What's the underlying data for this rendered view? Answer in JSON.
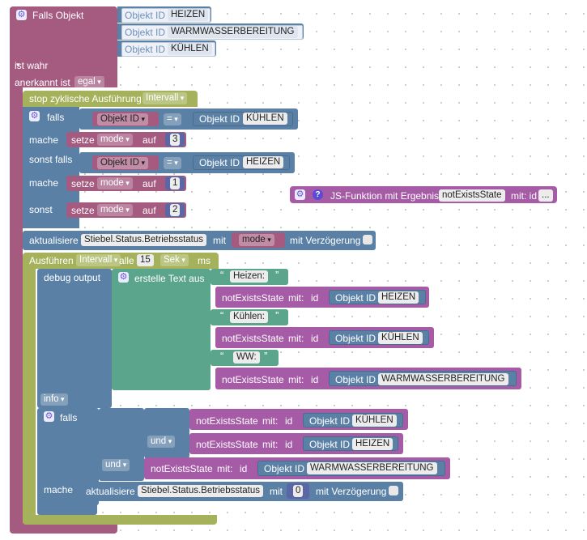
{
  "trigger": {
    "title": "Falls Objekt",
    "objects": [
      {
        "label": "Objekt ID",
        "value": "HEIZEN"
      },
      {
        "label": "Objekt ID",
        "value": "WARMWASSERBEREITUNG"
      },
      {
        "label": "Objekt ID",
        "value": "KÜHLEN"
      }
    ],
    "condition": "ist wahr",
    "ack_label": "anerkannt ist",
    "ack_value": "egal"
  },
  "stop": {
    "label": "stop zyklische Ausführung",
    "value": "Intervall"
  },
  "if1": {
    "falls": "falls",
    "cond1": {
      "left": "Objekt ID",
      "op": "=",
      "right_label": "Objekt ID",
      "right_value": "KÜHLEN"
    },
    "mache1": {
      "mache": "mache",
      "setze": "setze",
      "var": "mode",
      "auf": "auf",
      "value": "3"
    },
    "sonst_falls": "sonst falls",
    "cond2": {
      "left": "Objekt ID",
      "op": "=",
      "right_label": "Objekt ID",
      "right_value": "HEIZEN"
    },
    "mache2": {
      "mache": "mache",
      "setze": "setze",
      "var": "mode",
      "auf": "auf",
      "value": "1"
    },
    "sonst": "sonst",
    "mache3": {
      "setze": "setze",
      "var": "mode",
      "auf": "auf",
      "value": "2"
    }
  },
  "jsfunc": {
    "label": "JS-Funktion mit Ergebnis",
    "name": "notExistsState",
    "mit": "mit: id",
    "more": "..."
  },
  "update1": {
    "label": "aktualisiere",
    "state": "Stiebel.Status.Betriebsstatus",
    "mit": "mit",
    "var": "mode",
    "delay": "mit Verzögerung"
  },
  "interval": {
    "label": "Ausführen",
    "mode": "Intervall",
    "alle": "alle",
    "value": "15",
    "unit": "Sek",
    "ms": "ms"
  },
  "debug": {
    "label": "debug output",
    "text_label": "erstelle Text aus",
    "level": "info",
    "items": [
      {
        "type": "string",
        "text": "Heizen:"
      },
      {
        "type": "call",
        "fn": "notExistsState",
        "mit": "mit:",
        "id": "id",
        "obj_label": "Objekt ID",
        "obj_value": "HEIZEN"
      },
      {
        "type": "string",
        "text": "Kühlen:"
      },
      {
        "type": "call",
        "fn": "notExistsState",
        "mit": "mit:",
        "id": "id",
        "obj_label": "Objekt ID",
        "obj_value": "KÜHLEN"
      },
      {
        "type": "string",
        "text": "WW:"
      },
      {
        "type": "call",
        "fn": "notExistsState",
        "mit": "mit:",
        "id": "id",
        "obj_label": "Objekt ID",
        "obj_value": "WARMWASSERBEREITUNG"
      }
    ]
  },
  "if2": {
    "falls": "falls",
    "und": "und",
    "calls": [
      {
        "fn": "notExistsState",
        "mit": "mit:",
        "id": "id",
        "obj_label": "Objekt ID",
        "obj_value": "KÜHLEN"
      },
      {
        "fn": "notExistsState",
        "mit": "mit:",
        "id": "id",
        "obj_label": "Objekt ID",
        "obj_value": "HEIZEN"
      },
      {
        "fn": "notExistsState",
        "mit": "mit:",
        "id": "id",
        "obj_label": "Objekt ID",
        "obj_value": "WARMWASSERBEREITUNG"
      }
    ],
    "mache": "mache",
    "update": {
      "label": "aktualisiere",
      "state": "Stiebel.Status.Betriebsstatus",
      "mit": "mit",
      "value": "0",
      "delay": "mit Verzögerung"
    }
  }
}
